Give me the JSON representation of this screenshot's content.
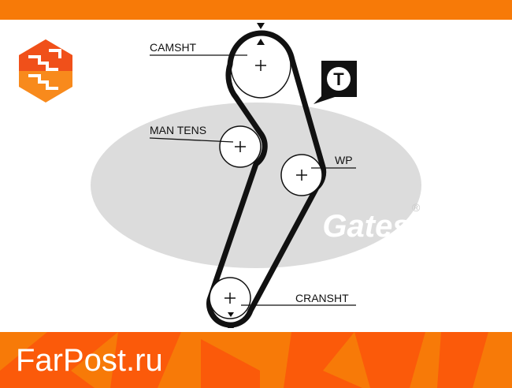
{
  "diagram": {
    "title_marker": "T",
    "labels": {
      "camshaft": "CAMSHT",
      "manual_tensioner": "MAN TENS",
      "water_pump": "WP",
      "crankshaft": "CRANSHT"
    },
    "watermark_brand": "Gates",
    "watermark_site": "FarPost.ru"
  },
  "colors": {
    "orange": "#f77a08",
    "dark_orange": "#fb5a0a",
    "watermark_gray": "#dcdcdc",
    "belt": "#111111"
  }
}
